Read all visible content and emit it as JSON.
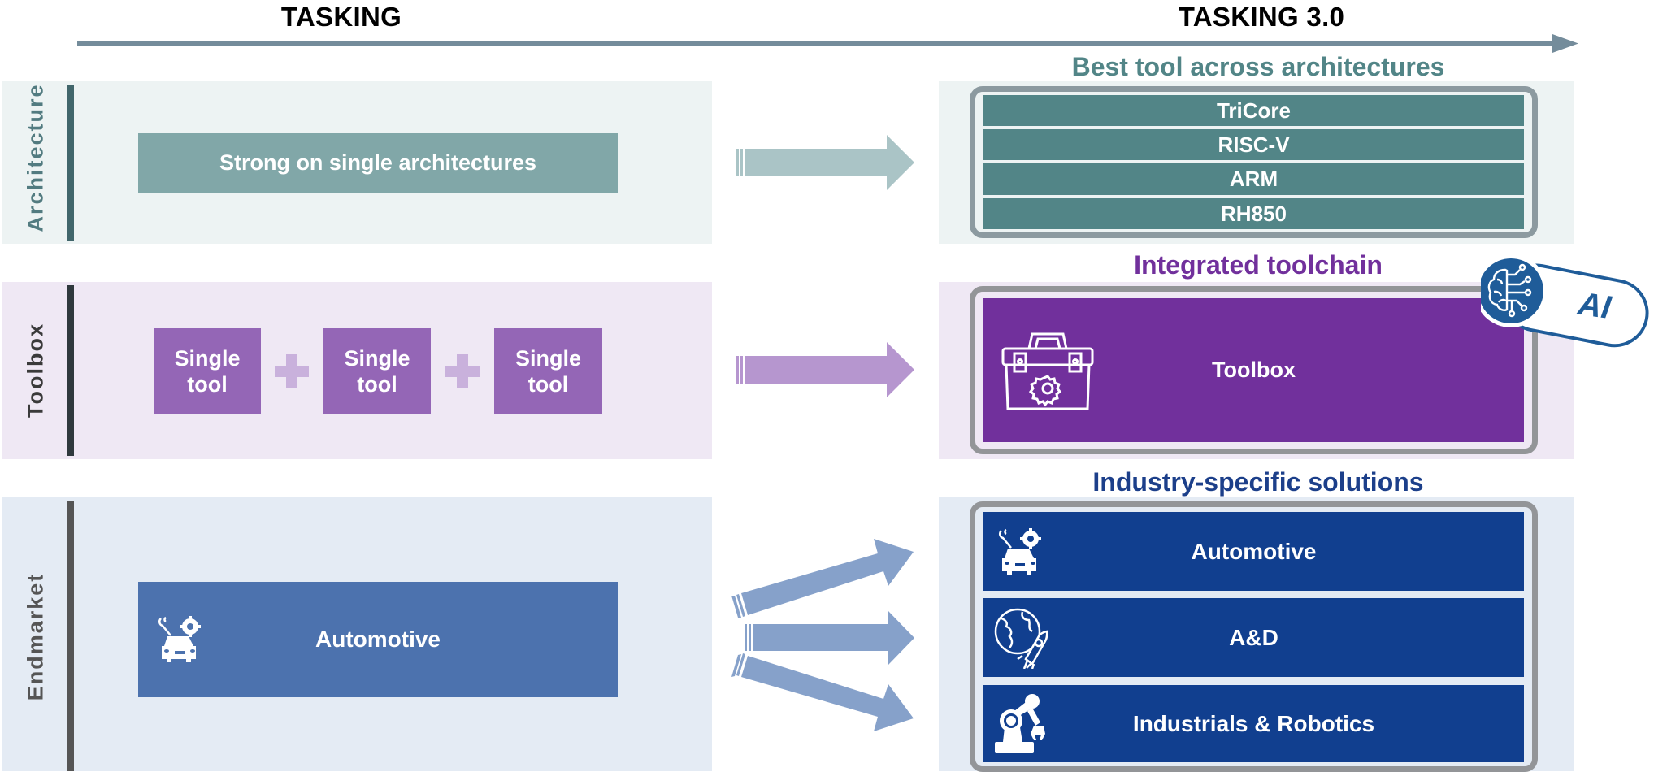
{
  "header": {
    "left_title": "TASKING",
    "right_title": "TASKING 3.0"
  },
  "colors": {
    "timeline_arrow": "#748c9b",
    "architecture_band": "#edf3f3",
    "architecture_accent": "#41666b",
    "architecture_box": "#81a7a8",
    "architecture_arrow": "#aac4c6",
    "architecture_rows": "#528587",
    "architecture_title": "#528587",
    "toolbox_band": "#efe8f4",
    "toolbox_accent": "#2f393d",
    "toolbox_box": "#9466b6",
    "toolbox_plus": "#c9b1dc",
    "toolbox_arrow": "#b696cf",
    "toolbox_main": "#71309c",
    "toolbox_title": "#71309c",
    "endmarket_band": "#e4ebf4",
    "endmarket_accent": "#555555",
    "endmarket_box": "#4c72ae",
    "endmarket_arrow": "#86a1ca",
    "endmarket_rows": "#113f8f",
    "endmarket_title": "#1c3f8a",
    "frame": "#8c9aa0",
    "frame_gray": "#939598",
    "ai_blue": "#1f5c99"
  },
  "rows": {
    "architecture": {
      "label": "Architecture",
      "current": {
        "text": "Strong on single architectures"
      },
      "future": {
        "title": "Best tool across architectures",
        "items": [
          "TriCore",
          "RISC-V",
          "ARM",
          "RH850"
        ]
      }
    },
    "toolbox": {
      "label": "Toolbox",
      "current": {
        "tools": [
          {
            "line1": "Single",
            "line2": "tool"
          },
          {
            "line1": "Single",
            "line2": "tool"
          },
          {
            "line1": "Single",
            "line2": "tool"
          }
        ],
        "plus_icon": "plus-icon"
      },
      "future": {
        "title": "Integrated toolchain",
        "main": {
          "text": "Toolbox",
          "icon": "toolbox-gear-icon"
        },
        "badge": {
          "text": "AI",
          "icon": "brain-circuit-icon"
        }
      }
    },
    "endmarket": {
      "label": "Endmarket",
      "current": {
        "text": "Automotive",
        "icon": "car-repair-icon"
      },
      "future": {
        "title": "Industry-specific solutions",
        "items": [
          {
            "text": "Automotive",
            "icon": "car-repair-icon"
          },
          {
            "text": "A&D",
            "icon": "globe-rocket-icon"
          },
          {
            "text": "Industrials & Robotics",
            "icon": "robot-arm-icon"
          }
        ]
      }
    }
  }
}
